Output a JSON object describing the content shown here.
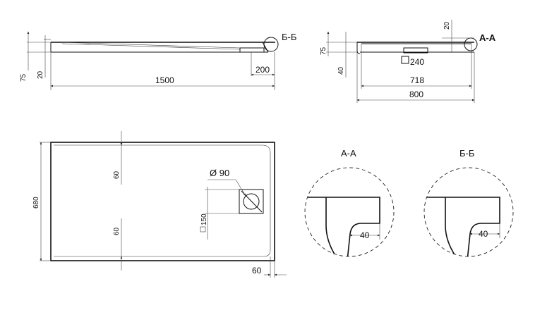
{
  "side_view": {
    "dim_width": "1500",
    "dim_drain_offset": "200",
    "dim_total_height": "75",
    "dim_base_height": "20",
    "section_label": "Б-Б"
  },
  "end_view": {
    "dim_rim": "20",
    "dim_total_height": "75",
    "dim_base_height": "40",
    "dim_inner_width": "718",
    "dim_outer_width": "800",
    "dim_drain_box": "240",
    "section_label": "A-A"
  },
  "top_view": {
    "dim_height": "680",
    "dim_top_margin": "60",
    "dim_bottom_margin": "60",
    "dim_right_margin": "60",
    "dim_drain_diameter": "Ø 90",
    "dim_drain_square": "150"
  },
  "detail_aa": {
    "title": "A-A",
    "dim_lip": "40"
  },
  "detail_bb": {
    "title": "Б-Б",
    "dim_lip": "40"
  }
}
